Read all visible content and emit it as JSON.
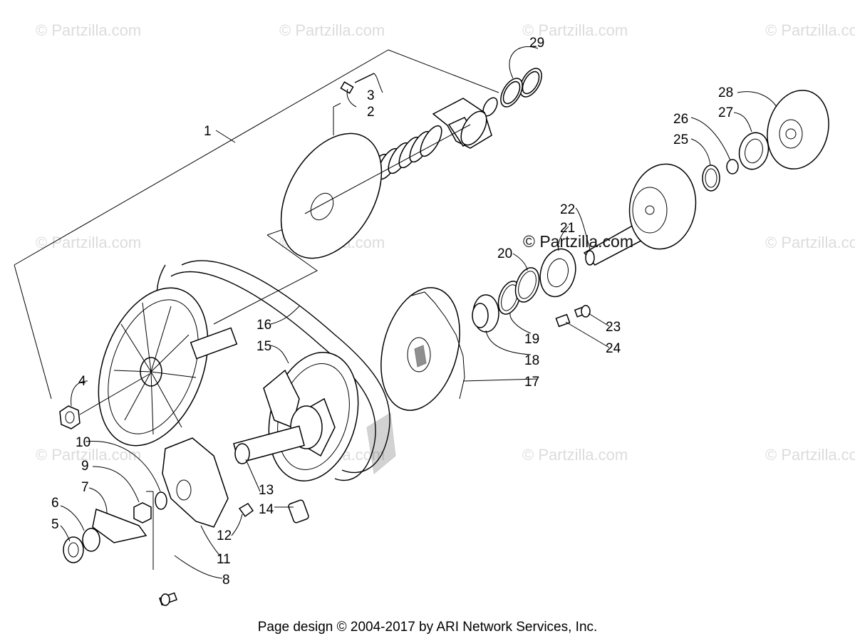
{
  "watermarks": [
    "© Partzilla.com",
    "© Partzilla.com",
    "© Partzilla.com",
    "© Partzilla.com",
    "© Partzilla.com",
    "© Partzilla.com",
    "© Partzilla.com",
    "© Partzilla.com",
    "© Partzilla.com",
    "© Partzilla.com",
    "© Partzilla.com"
  ],
  "center_watermark": "© Partzilla.com",
  "callouts": [
    "1",
    "2",
    "3",
    "4",
    "5",
    "6",
    "7",
    "8",
    "9",
    "10",
    "11",
    "12",
    "13",
    "14",
    "15",
    "16",
    "17",
    "18",
    "19",
    "20",
    "21",
    "22",
    "23",
    "24",
    "25",
    "26",
    "27",
    "28",
    "29"
  ],
  "footer": "Page design © 2004-2017 by ARI Network Services, Inc."
}
